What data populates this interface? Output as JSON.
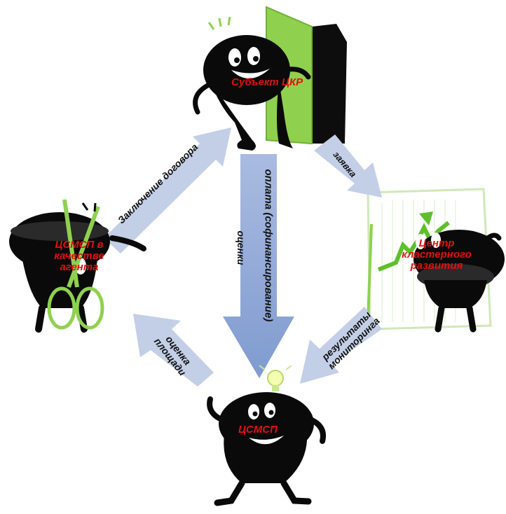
{
  "nodes": {
    "subject": "Субъект ЦКР",
    "agent_line1": "ЦСМСП в",
    "agent_line2": "качестве",
    "agent_line3": "агента",
    "center_line1": "Центр",
    "center_line2": "кластерного",
    "center_line3": "развития",
    "csmsp": "ЦСМСП"
  },
  "arrows": {
    "contract": "Заключение  договора",
    "application": "заявка",
    "payment": "оплата (софинансирование)",
    "assessments": "оценки",
    "monitoring_line1": "результаты",
    "monitoring_line2": "мониторинга",
    "site_line1": "оценка",
    "site_line2": "площади"
  },
  "colors": {
    "arrow_light": "#c3cfe6",
    "arrow_dark": "#8aa3d1",
    "label_red": "#e01010",
    "green": "#8fd14f",
    "character": "#0a0a0a"
  }
}
